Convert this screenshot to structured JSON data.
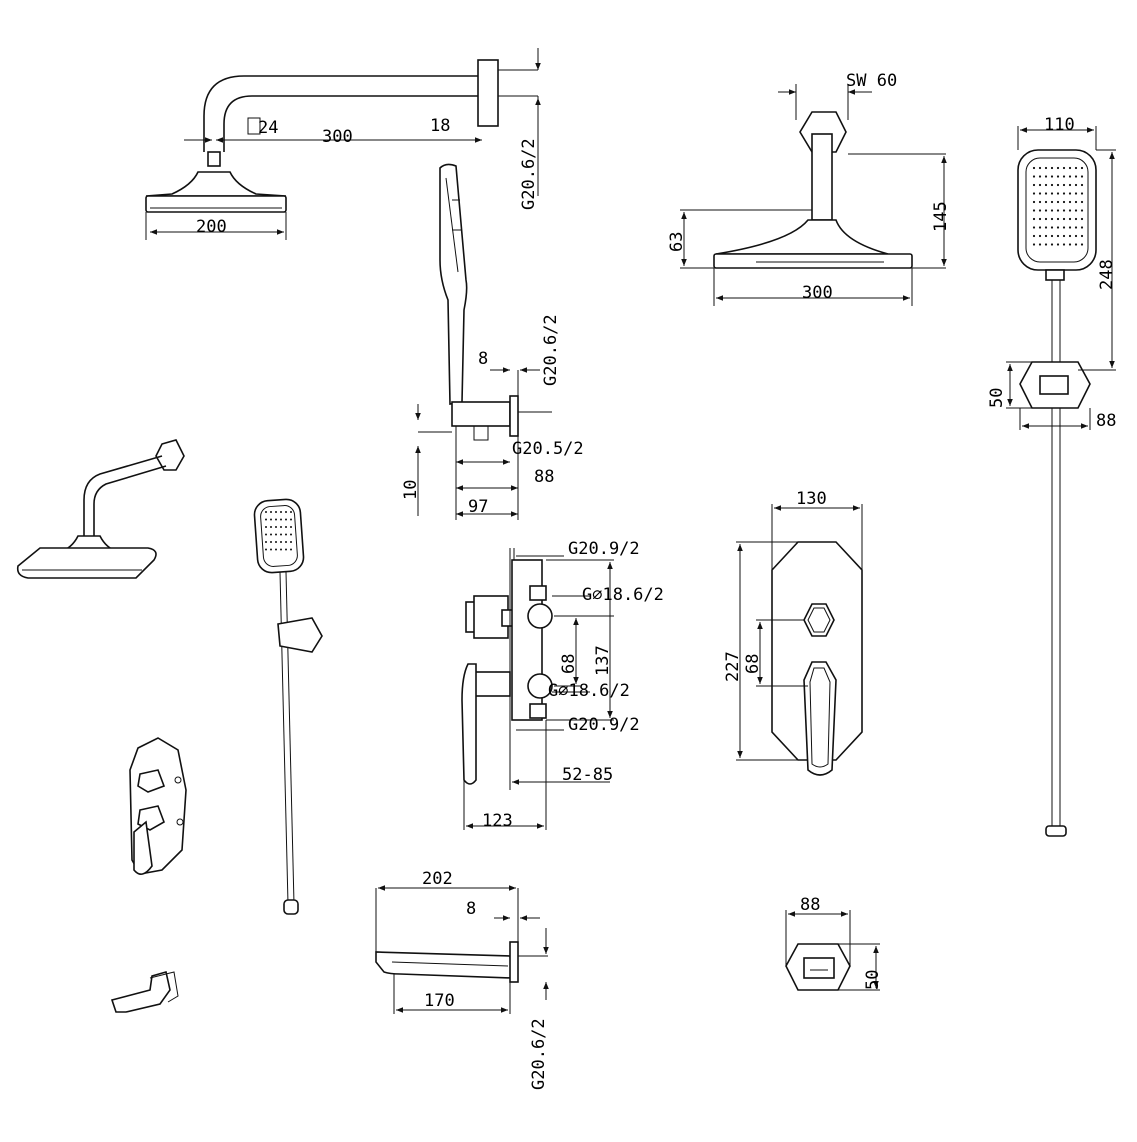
{
  "top_shower_arm": {
    "d_square": "24",
    "d_length": "300",
    "d_offset": "18",
    "d_thread": "G20.6/2",
    "d_head": "200"
  },
  "hand_shower_wall": {
    "d_thread_top": "G20.6/2",
    "d_8": "8",
    "d_thread_bottom": "G20.5/2",
    "d_88": "88",
    "d_10": "10",
    "d_97": "97"
  },
  "rain_head_side": {
    "d_sw": "SW 60",
    "d_145": "145",
    "d_63": "63",
    "d_300": "300"
  },
  "slide_bar": {
    "d_110": "110",
    "d_248": "248",
    "d_50": "50",
    "d_88": "88"
  },
  "mixer_body": {
    "d_g_top": "G20.9/2",
    "d_g18_top": "G⌀18.6/2",
    "d_68": "68",
    "d_137": "137",
    "d_g18_bottom": "G⌀18.6/2",
    "d_g_bottom": "G20.9/2",
    "d_52_85": "52-85",
    "d_123": "123"
  },
  "trim_plate": {
    "d_130": "130",
    "d_227": "227",
    "d_68": "68"
  },
  "spout": {
    "d_202": "202",
    "d_8": "8",
    "d_170": "170",
    "d_thread": "G20.6/2"
  },
  "outlet_elbow": {
    "d_88": "88",
    "d_50": "50"
  }
}
